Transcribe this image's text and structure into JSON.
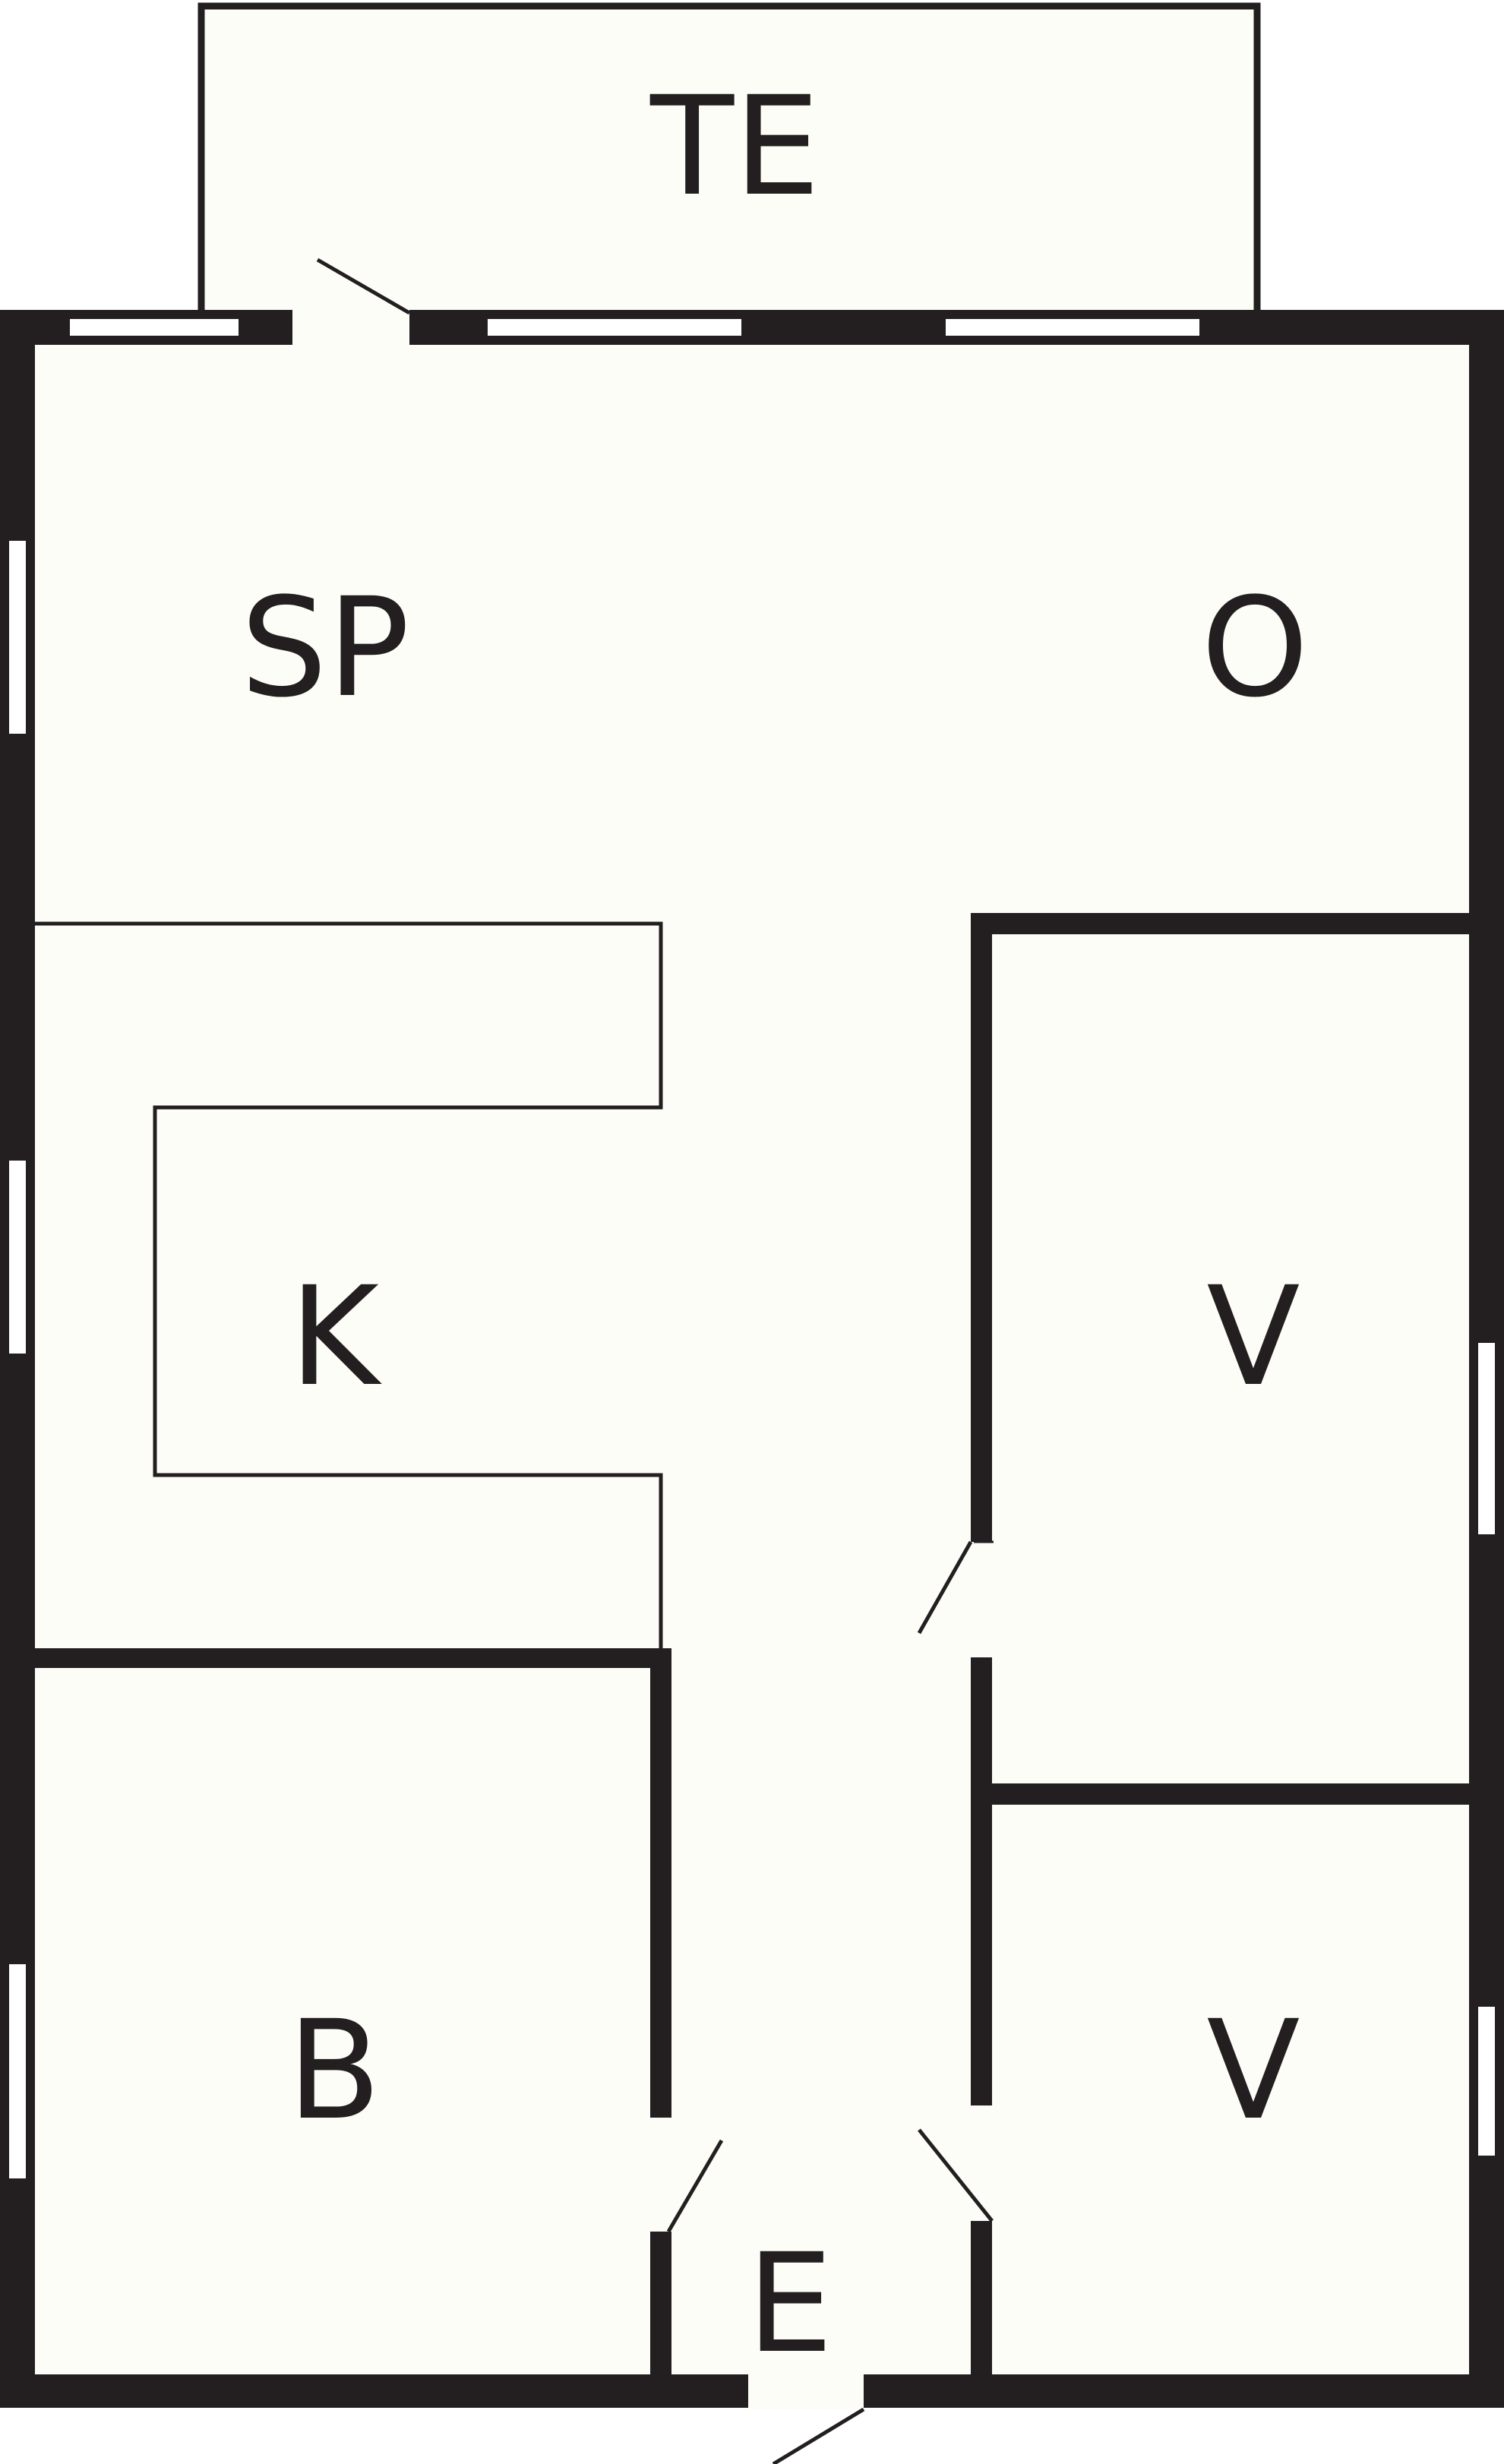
{
  "colors": {
    "wall": "#231f20",
    "floor": "#fdfdf8",
    "window": "#ffffff"
  },
  "rooms": [
    {
      "id": "terrace",
      "label": "TE"
    },
    {
      "id": "dining",
      "label": "SP"
    },
    {
      "id": "living",
      "label": "O"
    },
    {
      "id": "kitchen",
      "label": "K"
    },
    {
      "id": "bedroom-upper",
      "label": "V"
    },
    {
      "id": "bathroom",
      "label": "B"
    },
    {
      "id": "bedroom-lower",
      "label": "V"
    },
    {
      "id": "entrance",
      "label": "E"
    }
  ]
}
